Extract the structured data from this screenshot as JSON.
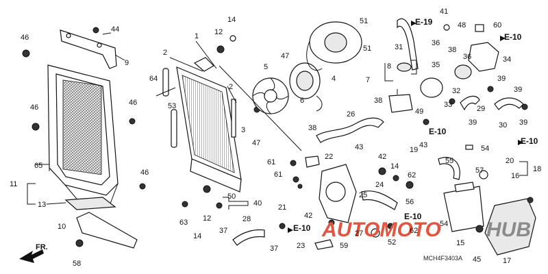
{
  "labels": {
    "p46a": "46",
    "p44": "44",
    "p9": "9",
    "p46b": "46",
    "p46c": "46",
    "p46d": "46",
    "p65": "65",
    "p11": "11",
    "p13": "13",
    "p10": "10",
    "p58": "58",
    "p14a": "14",
    "p1": "1",
    "p12a": "12",
    "p2a": "2",
    "p2b": "2",
    "p64": "64",
    "p53": "53",
    "p3": "3",
    "p47a": "47",
    "p47b": "47",
    "p5": "5",
    "p6": "6",
    "p61a": "61",
    "p61b": "61",
    "p63": "63",
    "p14b": "14",
    "p12b": "12",
    "p50": "50",
    "p40": "40",
    "p28": "28",
    "p37a": "37",
    "p37b": "37",
    "p51a": "51",
    "p51b": "51",
    "p4": "4",
    "p8": "8",
    "p7": "7",
    "p38a": "38",
    "p38b": "38",
    "p38c": "38",
    "p26": "26",
    "p43a": "43",
    "p43b": "43",
    "p22": "22",
    "p21": "21",
    "p42a": "42",
    "p42b": "42",
    "p14c": "14",
    "p24": "24",
    "p25": "25",
    "p27": "27",
    "p23": "23",
    "p59": "59",
    "p52": "52",
    "p62a": "62",
    "p62b": "62",
    "p31": "31",
    "p41": "41",
    "p48": "48",
    "p60": "60",
    "p36a": "36",
    "p36b": "36",
    "p34": "34",
    "p35": "35",
    "p32": "32",
    "p39a": "39",
    "p39b": "39",
    "p39c": "39",
    "p39d": "39",
    "p33": "33",
    "p49": "49",
    "p19": "19",
    "p29": "29",
    "p30": "30",
    "p54a": "54",
    "p54b": "54",
    "p55": "55",
    "p57": "57",
    "p56": "56",
    "p20": "20",
    "p18": "18",
    "p16": "16",
    "p45": "45",
    "p15": "15",
    "p17": "17"
  },
  "refs": {
    "e19": "E-19",
    "e10a": "E-10",
    "e10b": "E-10",
    "e10c": "E-10",
    "e10d": "E-10",
    "e10e": "E-10"
  },
  "front_marker": "FR.",
  "diagram_code": "MCH4F3403A",
  "watermark": {
    "left": "AUTOMOTO",
    "right": "HUB"
  },
  "colors": {
    "line": "#111111",
    "watermark_red": "#e2543f",
    "watermark_gray": "#8b8b8b"
  }
}
